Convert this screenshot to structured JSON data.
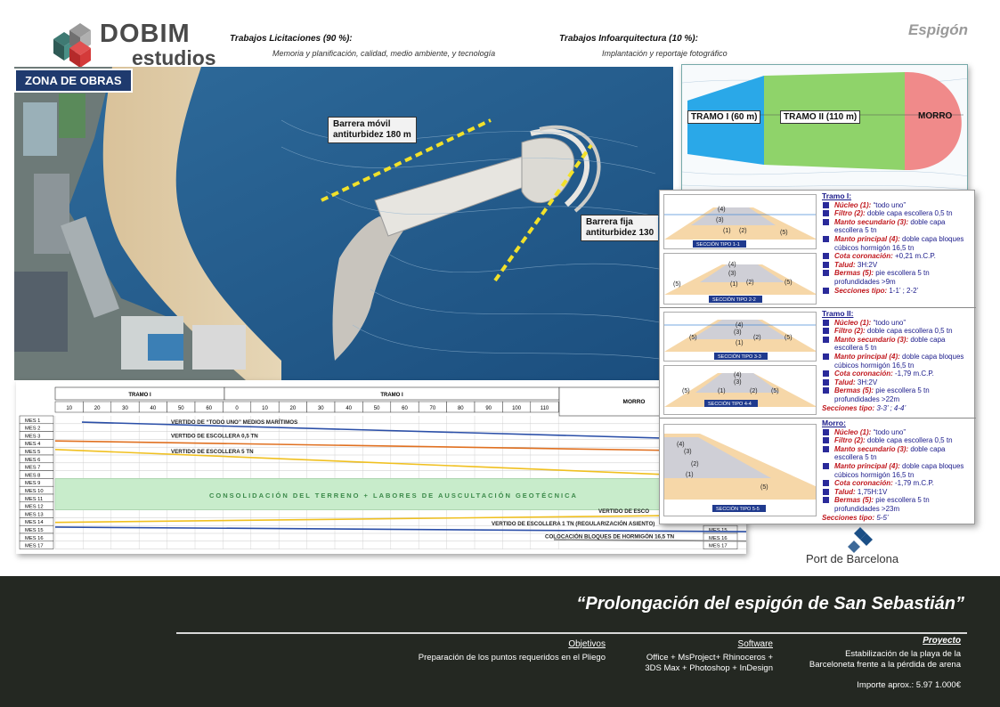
{
  "header": {
    "brand_title": "DOBIM",
    "brand_sub": "estudios",
    "licitaciones_label": "Trabajos Licitaciones (90 %):",
    "licitaciones_text": "Memoria y planificación, calidad, medio ambiente, y tecnología",
    "infoarq_label": "Trabajos Infoarquitectura (10 %):",
    "infoarq_text": "Implantación y reportaje fotográfico",
    "document_tag": "Espigón"
  },
  "aerial": {
    "zone_label": "ZONA DE OBRAS",
    "callout_movil": [
      "Barrera móvil",
      "antiturbidez 180 m"
    ],
    "callout_fija": [
      "Barrera fija",
      "antiturbidez 130"
    ]
  },
  "plan": {
    "tramo1": "TRAMO I (60 m)",
    "tramo2": "TRAMO II (110 m)",
    "morro": "MORRO",
    "colors": {
      "tramo1": "#2aa8e8",
      "tramo2": "#8fd36a",
      "morro": "#f08a8a"
    }
  },
  "sections": {
    "tramo1": {
      "title": "Tramo I:",
      "items": [
        {
          "label": "Núcleo (1):",
          "text": " “todo uno”"
        },
        {
          "label": "Filtro (2):",
          "text": " doble capa escollera 0,5 tn"
        },
        {
          "label": "Manto secundario (3):",
          "text": " doble capa escollera 5 tn"
        },
        {
          "label": "Manto principal (4):",
          "text": " doble capa bloques cúbicos hormigón 16,5 tn"
        },
        {
          "label": "Cota coronación:",
          "text": " +0,21 m.C.P."
        },
        {
          "label": "Talud:",
          "text": " 3H:2V"
        },
        {
          "label": "Bermas (5):",
          "text": " pie escollera 5 tn profundidades >9m"
        },
        {
          "label": "Secciones tipo:",
          "text": " 1-1’ ; 2-2’"
        }
      ],
      "img_labels": [
        "SECCIÓN TIPO 1-1",
        "SECCIÓN TIPO 2-2"
      ]
    },
    "tramo2": {
      "title": "Tramo II:",
      "items": [
        {
          "label": "Núcleo (1):",
          "text": " “todo uno”"
        },
        {
          "label": "Filtro (2):",
          "text": " doble capa escollera 0,5 tn"
        },
        {
          "label": "Manto secundario (3):",
          "text": " doble capa escollera 5 tn"
        },
        {
          "label": "Manto principal (4):",
          "text": " doble capa bloques cúbicos hormigón 16,5 tn"
        },
        {
          "label": "Cota coronación:",
          "text": " -1,79 m.C.P."
        },
        {
          "label": "Talud:",
          "text": " 3H:2V"
        },
        {
          "label": "Bermas (5):",
          "text": " pie escollera 5 tn profundidades >22m"
        }
      ],
      "foot_label": "Secciones tipo:",
      "foot_text": " 3-3’ ; 4-4’",
      "img_labels": [
        "SECCIÓN TIPO 3-3",
        "SECCIÓN TIPO 4-4"
      ]
    },
    "morro": {
      "title": "Morro:",
      "items": [
        {
          "label": "Núcleo (1):",
          "text": " “todo uno”"
        },
        {
          "label": "Filtro (2):",
          "text": " doble capa escollera 0,5 tn"
        },
        {
          "label": "Manto secundario (3):",
          "text": " doble capa escollera 5 tn"
        },
        {
          "label": "Manto principal (4):",
          "text": " doble capa bloques cúbicos hormigón 16,5 tn"
        },
        {
          "label": "Cota coronación:",
          "text": " -1,79 m.C.P."
        },
        {
          "label": "Talud:",
          "text": " 1,75H:1V"
        },
        {
          "label": "Bermas (5):",
          "text": " pie escollera 5 tn profundidades >23m"
        }
      ],
      "foot_label": "Secciones tipo:",
      "foot_text": " 5-5’",
      "img_labels": [
        "SECCIÓN TIPO 5-5"
      ]
    }
  },
  "gantt": {
    "groups": [
      "TRAMO I",
      "TRAMO I",
      "MORRO"
    ],
    "ticks_a": [
      "10",
      "20",
      "30",
      "40",
      "50",
      "60"
    ],
    "ticks_b": [
      "0",
      "10",
      "20",
      "30",
      "40",
      "50",
      "60",
      "70",
      "80",
      "90",
      "100",
      "110"
    ],
    "months": [
      "MES 1",
      "MES 2",
      "MES 3",
      "MES 4",
      "MES 5",
      "MES 6",
      "MES 7",
      "MES 8",
      "MES 9",
      "MES 10",
      "MES 11",
      "MES 12",
      "MES 13",
      "MES 14",
      "MES 15",
      "MES 16",
      "MES 17"
    ],
    "right_months": [
      "MES 15",
      "MES 16",
      "MES 17"
    ],
    "tasks": [
      {
        "label": "VERTIDO DE “TODO UNO” MEDIOS MARÍTIMOS",
        "color": "#2b4fa8"
      },
      {
        "label": "VERTIDO DE ESCOLLERA 0,5 TN",
        "color": "#e07020"
      },
      {
        "label": "VERTIDO DE ESCOLLERA 5 TN",
        "color": "#f0c020"
      },
      {
        "label": "CONSOLIDACIÓN DEL TERRENO + LABORES DE AUSCULTACIÓN GEOTÉCNICA",
        "color": "#c8eccb"
      },
      {
        "label": "VERTIDO DE ESCO",
        "color": "#f0c020"
      },
      {
        "label": "VERTIDO DE ESCOLLERA 1 TN (REGULARIZACIÓN ASIENTO)",
        "color": "#2b4fa8"
      },
      {
        "label": "COLOCACIÓN BLOQUES DE HORMIGÓN 16,5 TN",
        "color": "#888888"
      }
    ]
  },
  "port": {
    "name": "Port de Barcelona"
  },
  "footer": {
    "project_title": "“Prolongación del espigón de San Sebastián”",
    "objetivos_label": "Objetivos",
    "objetivos_text": "Preparación de los puntos requeridos en el Pliego",
    "software_label": "Software",
    "software_text": [
      "Office + MsProject+ Rhinoceros +",
      "3DS Max + Photoshop + InDesign"
    ],
    "proyecto_label": "Proyecto",
    "proyecto_text": [
      "Estabilización de la playa de la",
      "Barceloneta frente a la pérdida de arena"
    ],
    "importe": "Importe aprox.: 5.97 1.000€"
  }
}
